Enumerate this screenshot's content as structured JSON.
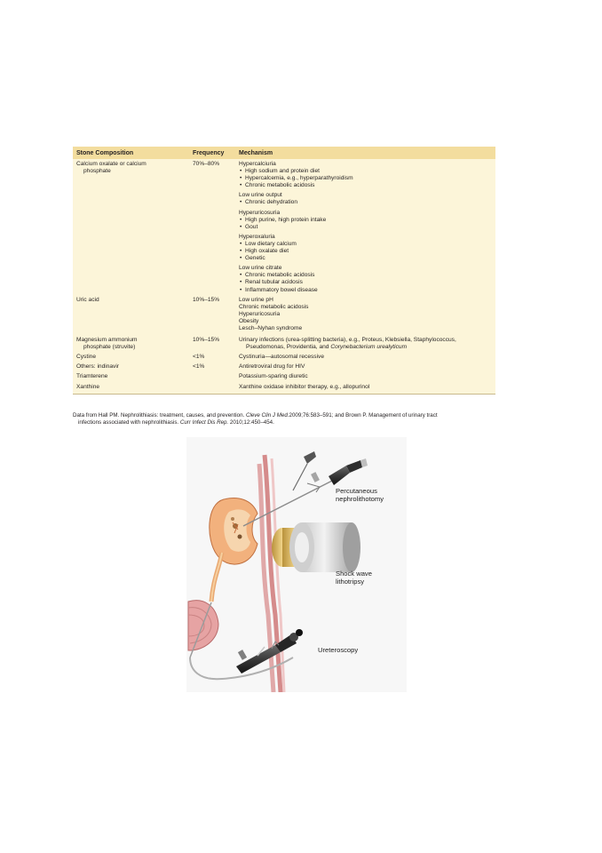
{
  "table": {
    "headers": [
      "Stone Composition",
      "Frequency",
      "Mechanism"
    ],
    "rows": [
      {
        "stone": [
          "Calcium oxalate or calcium",
          "phosphate"
        ],
        "frequency": "70%–80%",
        "groups": [
          {
            "title": "Hypercalciuria",
            "bullets": [
              "High sodium and protein diet",
              "Hypercalcemia, e.g., hyperparathyroidism",
              "Chronic metabolic acidosis"
            ]
          },
          {
            "title": "Low urine output",
            "bullets": [
              "Chronic dehydration"
            ]
          },
          {
            "title": "Hyperuricosuria",
            "bullets": [
              "High purine, high protein intake",
              "Gout"
            ]
          },
          {
            "title": "Hyperoxaluria",
            "bullets": [
              "Low dietary calcium",
              "High oxalate diet",
              "Genetic"
            ]
          },
          {
            "title": "Low urine citrate",
            "bullets": [
              "Chronic metabolic acidosis",
              "Renal tubular acidosis",
              "Inflammatory bowel disease"
            ]
          }
        ]
      },
      {
        "stone": [
          "Uric acid"
        ],
        "frequency": "10%–15%",
        "lines": [
          "Low urine pH",
          "Chronic metabolic acidosis",
          "Hyperuricosuria",
          "Obesity",
          "Lesch–Nyhan syndrome"
        ]
      },
      {
        "stone": [
          "Magnesium ammonium",
          "phosphate (struvite)"
        ],
        "frequency": "10%–15%",
        "mech_line1": "Urinary infections (urea-splitting bacteria), e.g., Proteus, Klebsiella, Staphylococcus,",
        "mech_line2": "Pseudomonas, Providentia, and ",
        "mech_line2_ital": "Corynebacterium urealyticum"
      },
      {
        "stone": [
          "Cystine"
        ],
        "frequency": "<1%",
        "mechanism": "Cystinuria—autosomal recessive"
      },
      {
        "stone": [
          "Others: indinavir"
        ],
        "frequency": "<1%",
        "mechanism": "Antiretroviral drug for HIV"
      },
      {
        "stone": [
          "Triamterene"
        ],
        "frequency": "",
        "mechanism": "Potassium-sparing diuretic"
      },
      {
        "stone": [
          "Xanthine"
        ],
        "frequency": "",
        "mechanism": "Xanthine oxidase inhibitor therapy, e.g., allopurinol"
      }
    ]
  },
  "source": {
    "p1": "Data from Hall PM. Nephrolithiasis: treatment, causes, and prevention. ",
    "p1_ital": "Cleve Clin J Med.",
    "p2": "2009;76:583–591; and Brown P. Management of urinary tract",
    "p3": "infections associated with nephrolithiasis. ",
    "p3_ital": "Curr Infect Dis Rep.",
    "p4": " 2010;12:450–454."
  },
  "figure": {
    "label_pcnl_1": "Percutaneous",
    "label_pcnl_2": "nephrolithotomy",
    "label_swl_1": "Shock wave",
    "label_swl_2": "lithotripsy",
    "label_urs": "Ureteroscopy"
  }
}
